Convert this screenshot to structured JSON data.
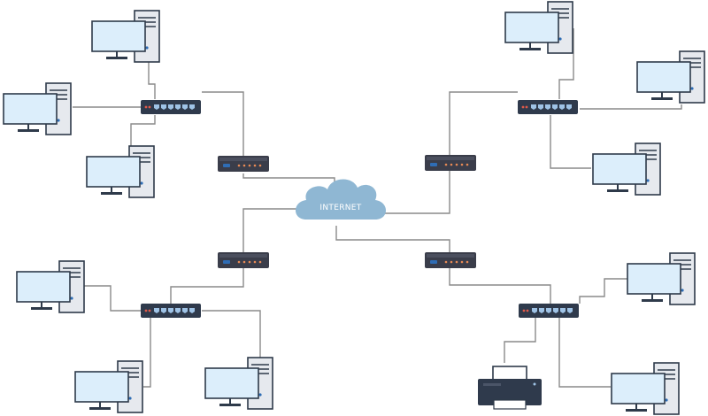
{
  "cloud": {
    "label": "INTERNET"
  },
  "colors": {
    "wire": "#8a8a8a",
    "cloud": "#8fb7d3",
    "device_dark": "#2f3a4c",
    "device_mid": "#3d475a",
    "router_body": "#3a3d4a",
    "router_led": "#e88a55",
    "router_indicator": "#2f6db5",
    "monitor_screen": "#dceefb",
    "monitor_frame": "#2e3a4a",
    "tower": "#e6e9ee"
  },
  "devices": {
    "routers": [
      "router-top-left",
      "router-top-right",
      "router-bottom-left",
      "router-bottom-right"
    ],
    "switches": [
      "switch-top-left",
      "switch-top-right",
      "switch-bottom-left",
      "switch-bottom-right"
    ],
    "computers": 11,
    "printers": 1
  }
}
